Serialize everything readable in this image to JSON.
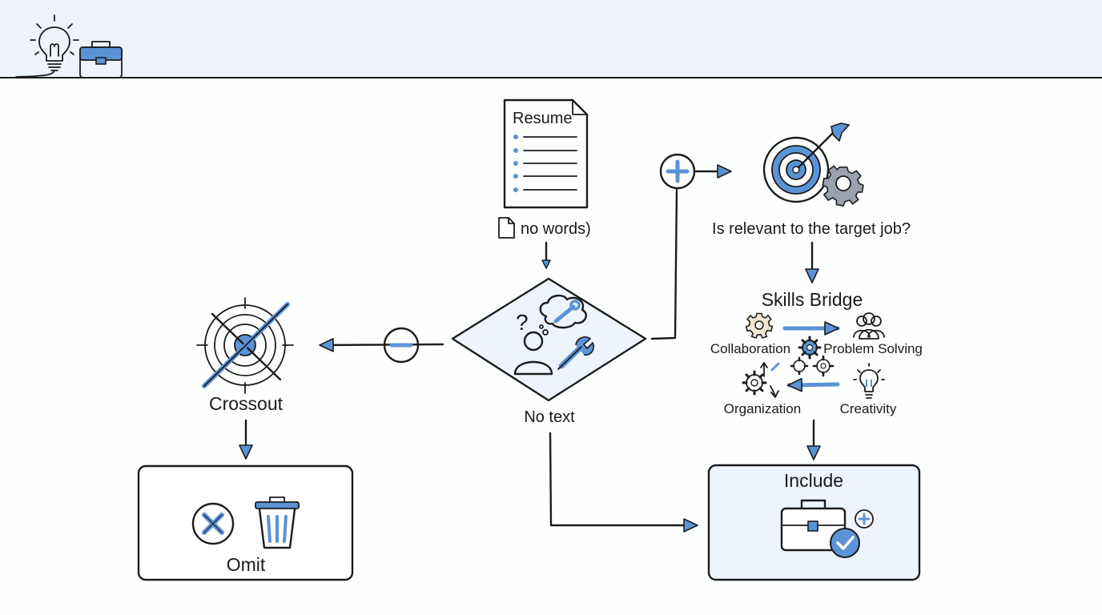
{
  "header": {
    "logo_icons": [
      "lightbulb-icon",
      "briefcase-icon"
    ]
  },
  "resume": {
    "title": "Resume",
    "caption": "no words)"
  },
  "decision": {
    "caption": "No text"
  },
  "relevance": {
    "question": "Is relevant to the target job?"
  },
  "skills_bridge": {
    "title": "Skills Bridge",
    "skills": [
      "Collaboration",
      "Problem Solving",
      "Organization",
      "Creativity"
    ]
  },
  "crossout": {
    "label": "Crossout"
  },
  "omit_box": {
    "label": "Omit"
  },
  "include_box": {
    "label": "Include"
  },
  "colors": {
    "accent_blue": "#5b93d6",
    "pale_blue": "#eef4fc",
    "ink": "#1c1c1c",
    "header_band": "#eef4fa"
  }
}
